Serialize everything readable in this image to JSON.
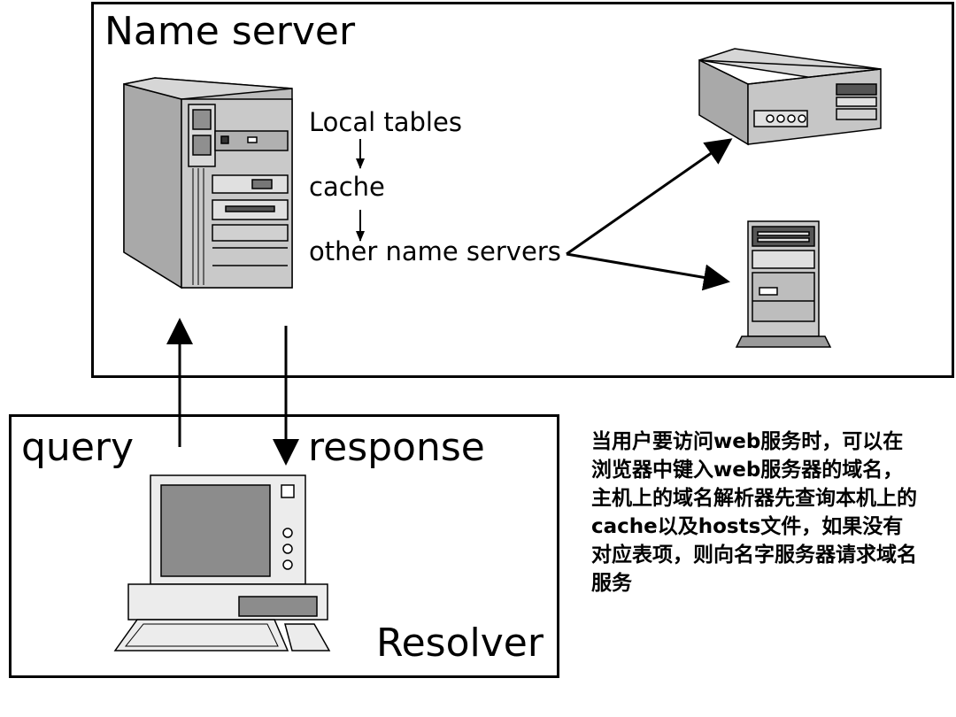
{
  "name_server": {
    "title": "Name server",
    "steps": [
      "Local tables",
      "cache",
      "other name servers"
    ]
  },
  "resolver": {
    "title": "Resolver",
    "query_label": "query",
    "response_label": "response"
  },
  "note": "当用户要访问web服务时，可以在浏览器中键入web服务器的域名，主机上的域名解析器先查询本机上的cache以及hosts文件，如果没有对应表项，则向名字服务器请求域名服务",
  "colors": {
    "line": "#000000",
    "device_gray": "#c8c8c8",
    "screen": "#8c8c8c"
  },
  "icons": [
    "server-tower-icon",
    "desktop-server-icon",
    "rack-server-icon",
    "pc-terminal-icon"
  ]
}
